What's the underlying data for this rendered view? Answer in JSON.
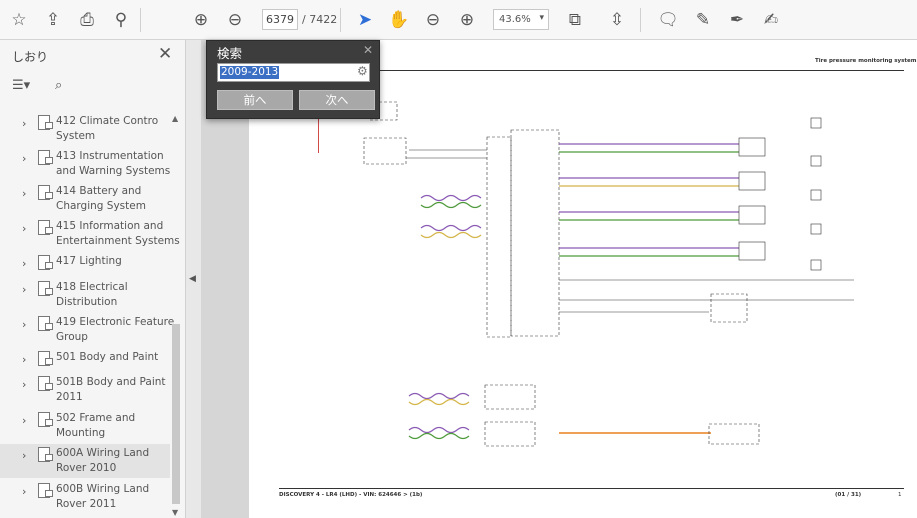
{
  "toolbar": {
    "current_page": "6379",
    "total_pages": "/ 7422",
    "zoom": "43.6%"
  },
  "sidebar": {
    "title": "しおり",
    "bookmarks": [
      {
        "label": "412 Climate Contro\nSystem"
      },
      {
        "label": "413 Instrumentation\nand Warning Systems"
      },
      {
        "label": "414 Battery and\nCharging System"
      },
      {
        "label": "415 Information and\nEntertainment Systems"
      },
      {
        "label": "417 Lighting"
      },
      {
        "label": "418 Electrical\nDistribution"
      },
      {
        "label": "419 Electronic Feature\nGroup"
      },
      {
        "label": "501 Body and Paint"
      },
      {
        "label": "501B Body and Paint\n2011"
      },
      {
        "label": "502 Frame and\nMounting"
      },
      {
        "label": "600A Wiring Land\nRover 2010",
        "selected": true
      },
      {
        "label": "600B Wiring Land\nRover 2011"
      }
    ]
  },
  "find": {
    "title": "検索",
    "query": "2009-2013",
    "prev_label": "前へ",
    "next_label": "次へ"
  },
  "document": {
    "heading": "Tire pressure monitoring system",
    "footer_left": "DISCOVERY 4 - LR4 (LHD) - VIN: 624646 > (1b)",
    "footer_page": "(01 / 31)",
    "footer_number": "1"
  },
  "colors": {
    "selection": "#3a6fc4",
    "find_bg": "#3d3d3d",
    "find_button": "#a8a8a8",
    "wire_orange": "#e8821e",
    "wire_purple": "#8a5ab4",
    "wire_green": "#4e9a3b"
  }
}
